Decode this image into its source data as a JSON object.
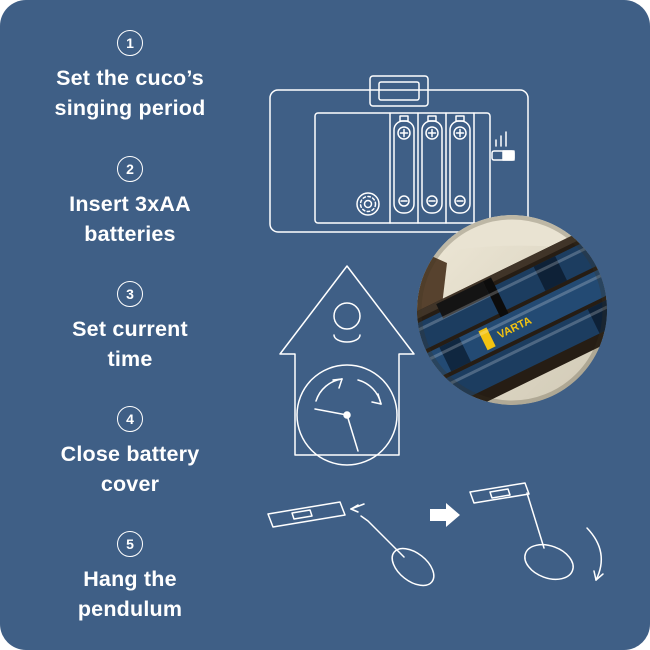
{
  "page": {
    "background": "#3f5f86",
    "frame": "#ffffff",
    "line_color": "#ffffff",
    "text_color": "#ffffff"
  },
  "steps": [
    {
      "number": "1",
      "line1": "Set the cuco’s",
      "line2": "singing period"
    },
    {
      "number": "2",
      "line1": "Insert 3xAA",
      "line2": "batteries"
    },
    {
      "number": "3",
      "line1": "Set current",
      "line2": "time"
    },
    {
      "number": "4",
      "line1": "Close battery",
      "line2": "cover"
    },
    {
      "number": "5",
      "line1": "Hang the",
      "line2": "pendulum"
    }
  ],
  "inset": {
    "battery_brand": "VARTA",
    "accent_color": "#f3c311",
    "battery_color": "#1c3d60",
    "housing_color": "#e6dfcd"
  }
}
